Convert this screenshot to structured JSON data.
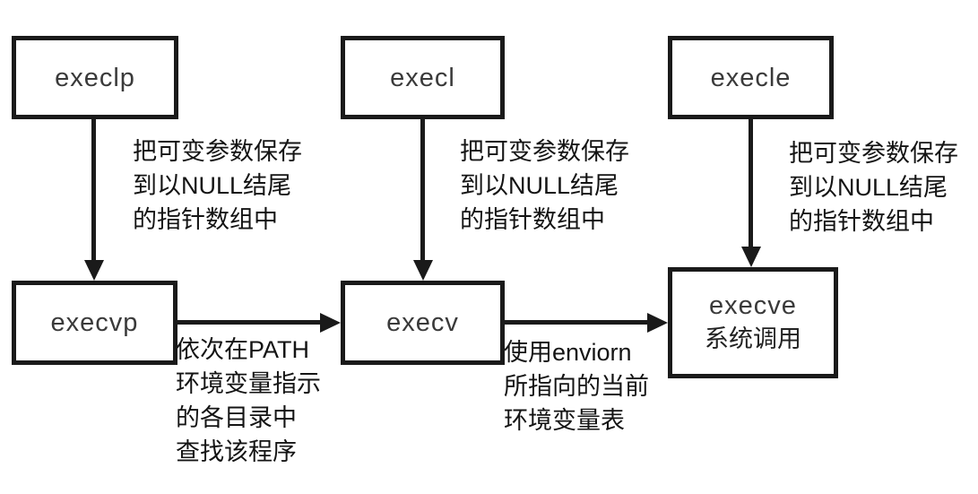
{
  "diagram_title": "exec family of functions diagram",
  "colors": {
    "background": "#ffffff",
    "stroke": "#1a1a1a",
    "box_label_text": "#3a3a3a",
    "annotation_text": "#141414"
  },
  "nodes": {
    "execlp": {
      "label": "execlp"
    },
    "execl": {
      "label": "execl"
    },
    "execle": {
      "label": "execle"
    },
    "execvp": {
      "label": "execvp"
    },
    "execv": {
      "label": "execv"
    },
    "execve": {
      "label": "execve",
      "sublabel": "系统调用"
    }
  },
  "edges": [
    {
      "from": "execlp",
      "to": "execvp",
      "direction": "down"
    },
    {
      "from": "execl",
      "to": "execv",
      "direction": "down"
    },
    {
      "from": "execle",
      "to": "execve",
      "direction": "down"
    },
    {
      "from": "execvp",
      "to": "execv",
      "direction": "right"
    },
    {
      "from": "execv",
      "to": "execve",
      "direction": "right"
    }
  ],
  "annotations": {
    "save_args_left": {
      "lines": [
        "把可变参数保存",
        "到以NULL结尾",
        "的指针数组中"
      ]
    },
    "save_args_mid": {
      "lines": [
        "把可变参数保存",
        "到以NULL结尾",
        "的指针数组中"
      ]
    },
    "save_args_right": {
      "lines": [
        "把可变参数保存",
        "到以NULL结尾",
        "的指针数组中"
      ]
    },
    "path_search": {
      "lines": [
        "依次在PATH",
        "环境变量指示",
        "的各目录中",
        "查找该程序"
      ]
    },
    "environ_use": {
      "lines": [
        "使用enviorn",
        "所指向的当前",
        "环境变量表"
      ]
    }
  }
}
